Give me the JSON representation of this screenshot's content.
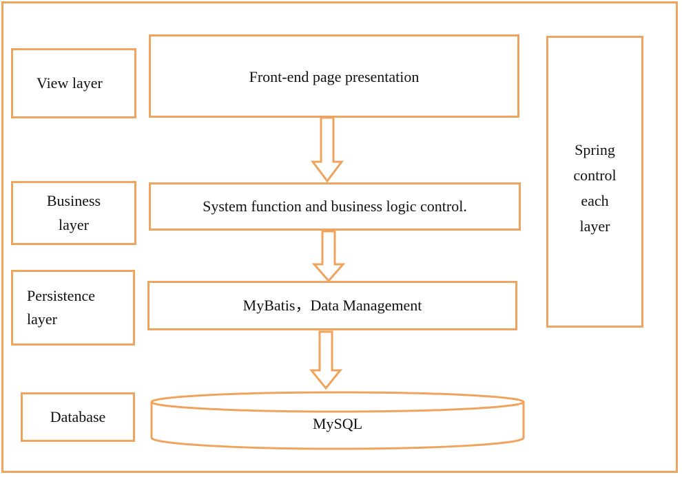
{
  "layers": {
    "view": "View layer",
    "business": [
      "Business",
      "layer"
    ],
    "persistence": [
      "Persistence",
      "layer"
    ],
    "database": "Database"
  },
  "components": {
    "frontend": "Front-end page presentation",
    "business_logic": "System function and business logic control.",
    "mybatis": "MyBatis，Data Management",
    "mysql": "MySQL"
  },
  "spring": [
    "Spring",
    "control",
    "each",
    "layer"
  ],
  "colors": {
    "border": "#f0a35c",
    "text": "#111111",
    "background": "#ffffff"
  }
}
